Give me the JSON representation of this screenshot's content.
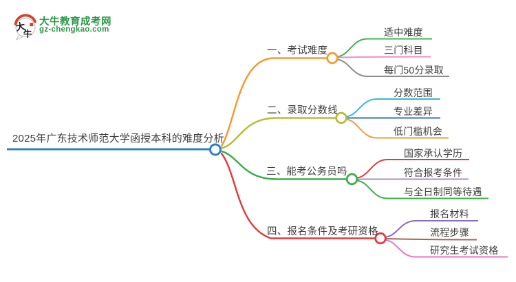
{
  "page": {
    "background": "#ffffff",
    "text_color": "#3d3d3d"
  },
  "logo": {
    "icon_char_top": "大",
    "icon_char_bottom": "牛",
    "icon_red": "#d5402f",
    "icon_ink": "#161616",
    "icon_outline": "#c4c4c4",
    "site_name": "大牛教育成考网",
    "site_domain": "gz-chengkao.com",
    "brand_green": "#2b9846"
  },
  "mindmap": {
    "root": {
      "label": "2025年广东技术师范大学函授本科的难度分析",
      "color": "#2e82c6"
    },
    "branches": [
      {
        "label": "一、考试难度",
        "color": "#f8992e",
        "children": [
          {
            "label": "适中难度",
            "color": "#3eb34f"
          },
          {
            "label": "三门科目",
            "color": "#ee8cd0"
          },
          {
            "label": "每门50分录取",
            "color": "#8c8c8c"
          }
        ]
      },
      {
        "label": "二、录取分数线",
        "color": "#b9bd33",
        "children": [
          {
            "label": "分数范围",
            "color": "#35b8d9"
          },
          {
            "label": "专业差异",
            "color": "#3173b5"
          },
          {
            "label": "低门槛机会",
            "color": "#f79b34"
          }
        ]
      },
      {
        "label": "三、能考公务员吗",
        "color": "#3cae49",
        "children": [
          {
            "label": "国家承认学历",
            "color": "#e23b3b"
          },
          {
            "label": "符合报考条件",
            "color": "#a98bd4"
          },
          {
            "label": "与全日制同等待遇",
            "color": "#3fae4a"
          }
        ]
      },
      {
        "label": "四、报名条件及考研资格",
        "color": "#e23c3c",
        "children": [
          {
            "label": "报名材料",
            "color": "#8e6cc0"
          },
          {
            "label": "流程步骤",
            "color": "#a1675a"
          },
          {
            "label": "研究生考试资格",
            "color": "#f176be"
          }
        ]
      }
    ]
  }
}
